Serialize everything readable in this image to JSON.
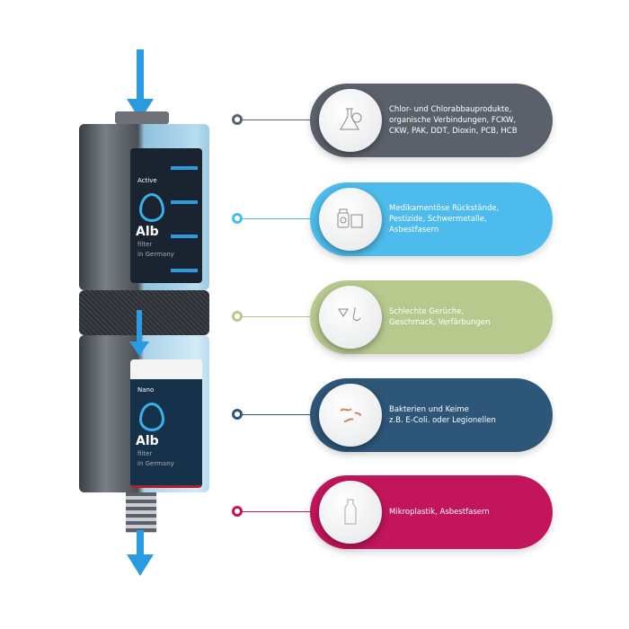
{
  "product": {
    "top_cartridge": {
      "name": "Active",
      "brand": "Alb",
      "sub": "filter",
      "origin": "in Germany"
    },
    "bottom_cartridge": {
      "name": "Nano",
      "brand": "Alb",
      "sub": "filter",
      "origin": "in Germany"
    }
  },
  "stages": [
    {
      "text": "Chlor- und Chlorabbauprodukte,\norganische Verbindungen, FCKW,\nCKW, PAK, DDT, Dioxin, PCB, HCB",
      "icon": "flask-icon",
      "color": "#5b616b"
    },
    {
      "text": "Medikamentöse Rückstände,\nPestizide, Schwermetalle,\nAsbestfasern",
      "icon": "pill-bottle-pb-icon",
      "color": "#4dbbeb"
    },
    {
      "text": "Schlechte Gerüche,\nGeschmack, Verfärbungen",
      "icon": "nose-icon",
      "color": "#b8c98e"
    },
    {
      "text": "Bakterien und Keime\nz.B. E-Coli. oder Legionellen",
      "icon": "bacteria-icon",
      "color": "#2d5679"
    },
    {
      "text": "Mikroplastik, Asbestfasern",
      "icon": "bottle-icon",
      "color": "#c2155b"
    }
  ]
}
